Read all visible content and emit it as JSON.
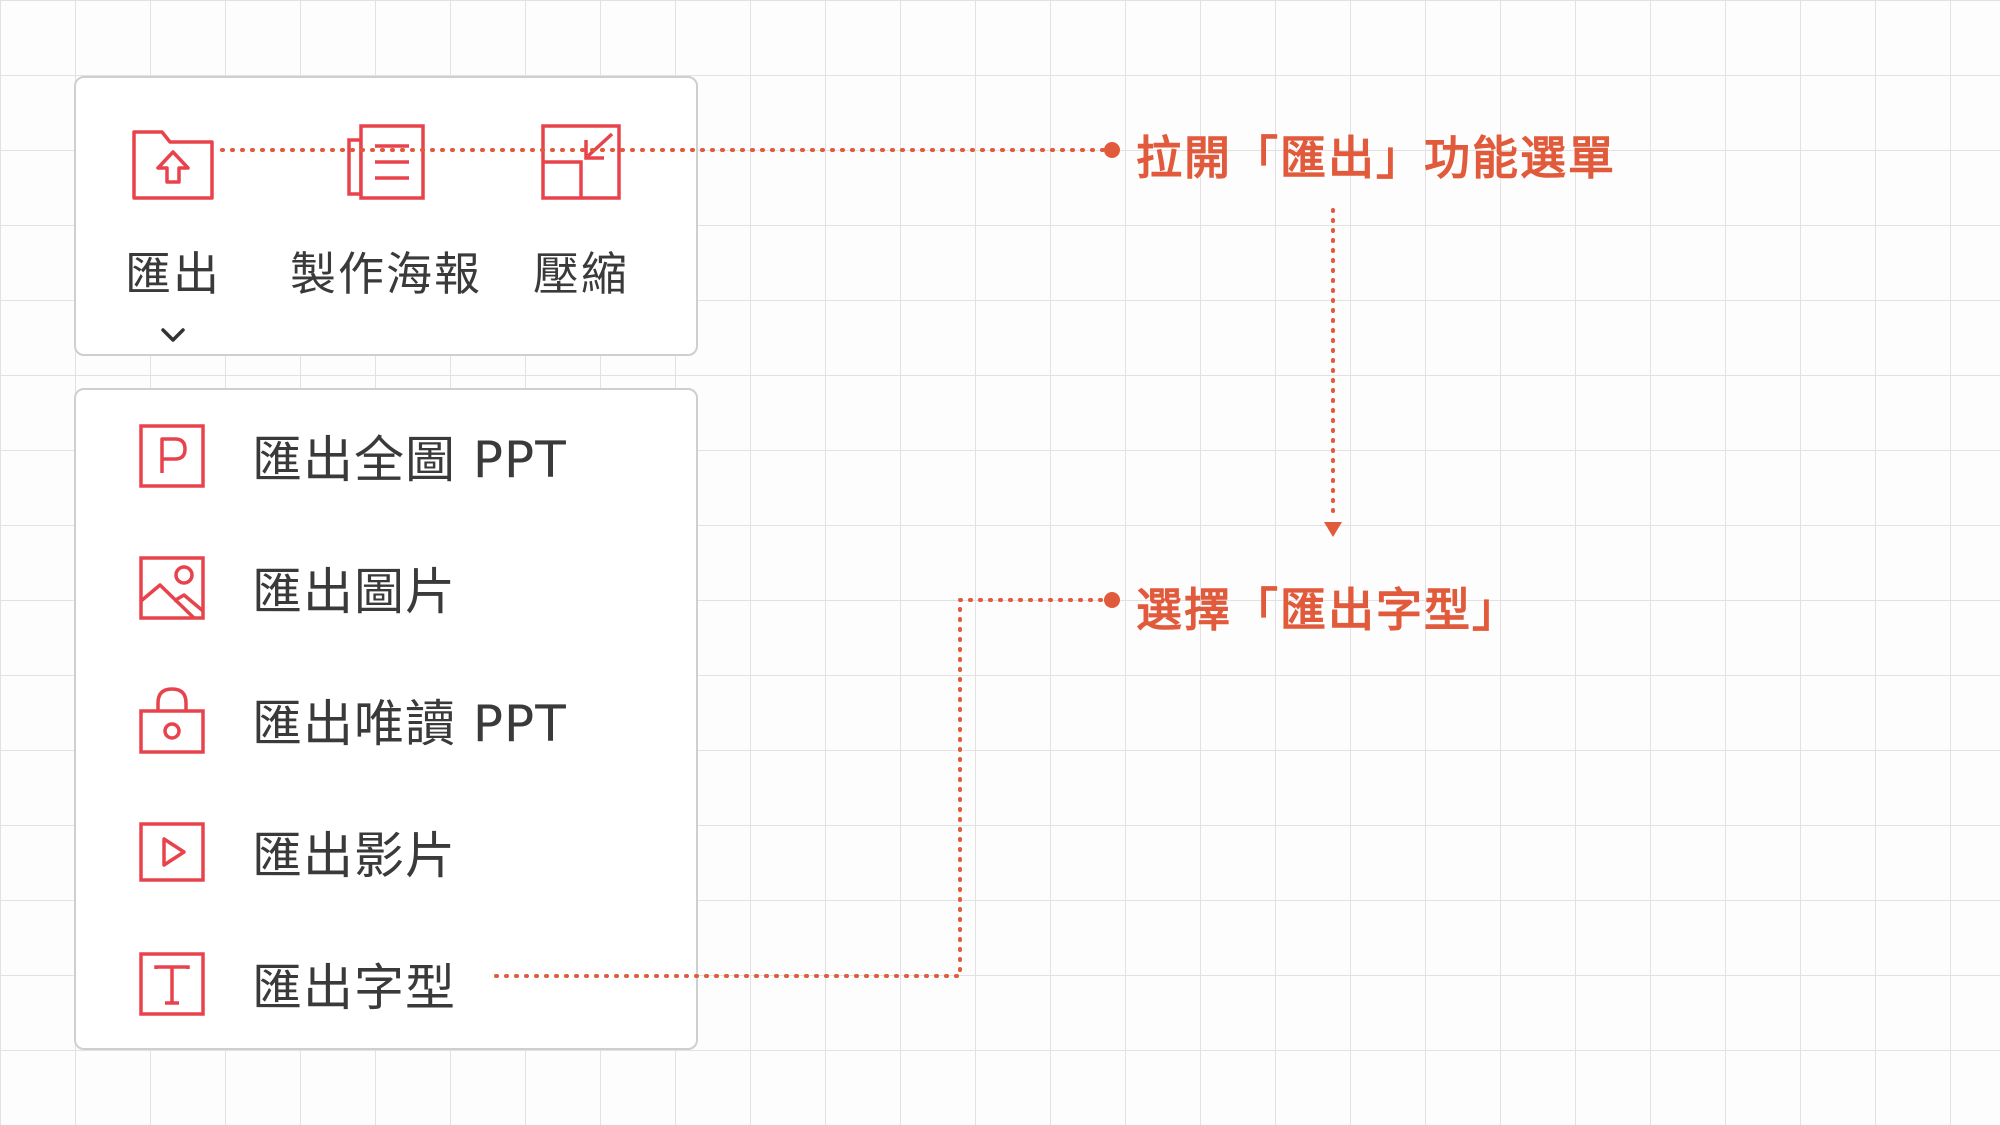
{
  "toolbar": {
    "buttons": [
      {
        "label": "匯出",
        "icon": "folder-upload-icon",
        "has_dropdown": true
      },
      {
        "label": "製作海報",
        "icon": "poster-document-icon"
      },
      {
        "label": "壓縮",
        "icon": "compress-arrow-icon"
      }
    ]
  },
  "export_menu": {
    "items": [
      {
        "label": "匯出全圖 PPT",
        "icon": "ppt-p-icon"
      },
      {
        "label": "匯出圖片",
        "icon": "image-icon"
      },
      {
        "label": "匯出唯讀 PPT",
        "icon": "lock-icon"
      },
      {
        "label": "匯出影片",
        "icon": "play-video-icon"
      },
      {
        "label": "匯出字型",
        "icon": "font-t-icon"
      }
    ]
  },
  "annotations": {
    "step1": "拉開「匯出」功能選單",
    "step2": "選擇「匯出字型」"
  },
  "colors": {
    "accent": "#e05a3b",
    "icon_stroke": "#e8434c",
    "text": "#3a3a3a",
    "panel_border": "#cfcfcf",
    "grid": "#e2e2e2"
  }
}
